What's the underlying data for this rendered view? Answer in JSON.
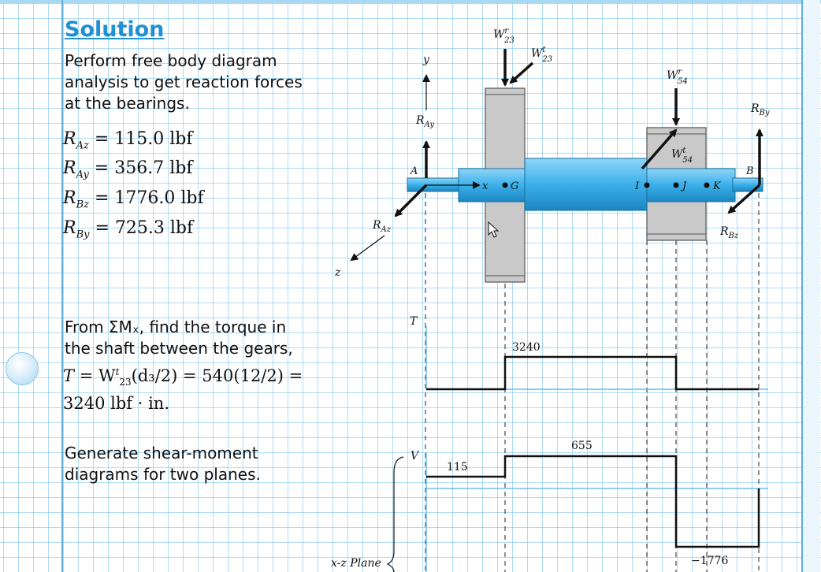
{
  "heading": "Solution",
  "intro": {
    "line1": "Perform free body diagram",
    "line2": "analysis to get reaction forces",
    "line3": "at the bearings."
  },
  "reactions": [
    {
      "sym": "R",
      "sub": "Az",
      "value": "= 115.0 lbf"
    },
    {
      "sym": "R",
      "sub": "Ay",
      "value": "= 356.7 lbf"
    },
    {
      "sym": "R",
      "sub": "Bz",
      "value": "= 1776.0 lbf"
    },
    {
      "sym": "R",
      "sub": "By",
      "value": "= 725.3 lbf"
    }
  ],
  "torque_text": {
    "line1": "From ΣMₓ, find the torque in",
    "line2": "the shaft between the gears,",
    "eq_lhs": "T",
    "eq_mid": "= W",
    "eq_sup": "t",
    "eq_sub": "23",
    "eq_rest": "(d₃/2) = 540(12/2) =",
    "line4": "3240 lbf · in."
  },
  "shear_text": {
    "line1": "Generate shear-moment",
    "line2": "diagrams for two planes."
  },
  "figure_labels": {
    "y_axis": "y",
    "z_axis": "z",
    "x_axis": "x",
    "point_A": "A",
    "point_B": "B",
    "point_G": "G",
    "point_I": "I",
    "point_J": "J",
    "point_K": "K",
    "R_Ay": "R",
    "R_Ay_sub": "Ay",
    "R_Az": "R",
    "R_Az_sub": "Az",
    "R_By": "R",
    "R_By_sub": "By",
    "R_Bz": "R",
    "R_Bz_sub": "Bz",
    "W23r": "W",
    "W23r_sup": "r",
    "W23r_sub": "23",
    "W23t": "W",
    "W23t_sup": "t",
    "W23t_sub": "23",
    "W54r": "W",
    "W54r_sup": "r",
    "W54r_sub": "54",
    "W54t": "W",
    "W54t_sup": "t",
    "W54t_sub": "54",
    "T_axis": "T",
    "T_value": "3240",
    "V_axis": "V",
    "V_115": "115",
    "V_655": "655",
    "V_neg": "−1776",
    "plane_label": "x-z Plane"
  },
  "colors": {
    "heading": "#1f8fd6",
    "grid": "#6ebeeb",
    "shaft": "#3bb0ea",
    "gear": "#c8c8c8"
  }
}
